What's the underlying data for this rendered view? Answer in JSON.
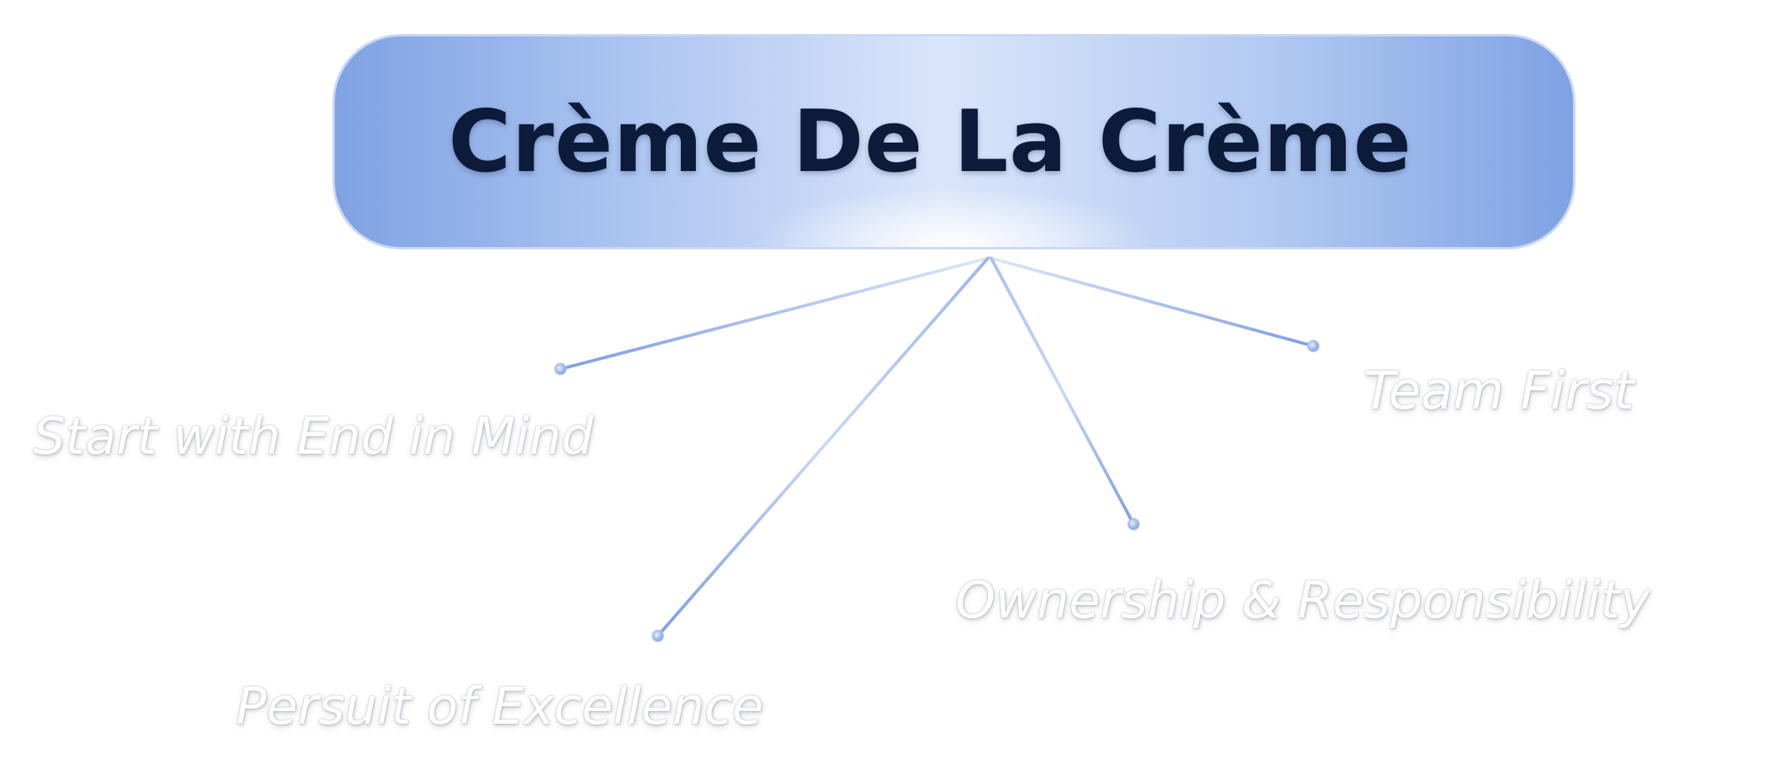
{
  "diagram": {
    "root": {
      "label": "Crème De La Crème"
    },
    "branches": [
      {
        "id": "start",
        "label": "Start with End in Mind"
      },
      {
        "id": "team",
        "label": "Team First"
      },
      {
        "id": "ownership",
        "label": "Ownership & Responsibility"
      },
      {
        "id": "persuit",
        "label": "Persuit of Excellence"
      }
    ]
  },
  "colors": {
    "title_text": "#0d1b3a",
    "box_edge": "#7fa2e3",
    "box_center": "#d9e5fa",
    "connector": "#7f9fdf",
    "node_label": "#ffffff"
  }
}
